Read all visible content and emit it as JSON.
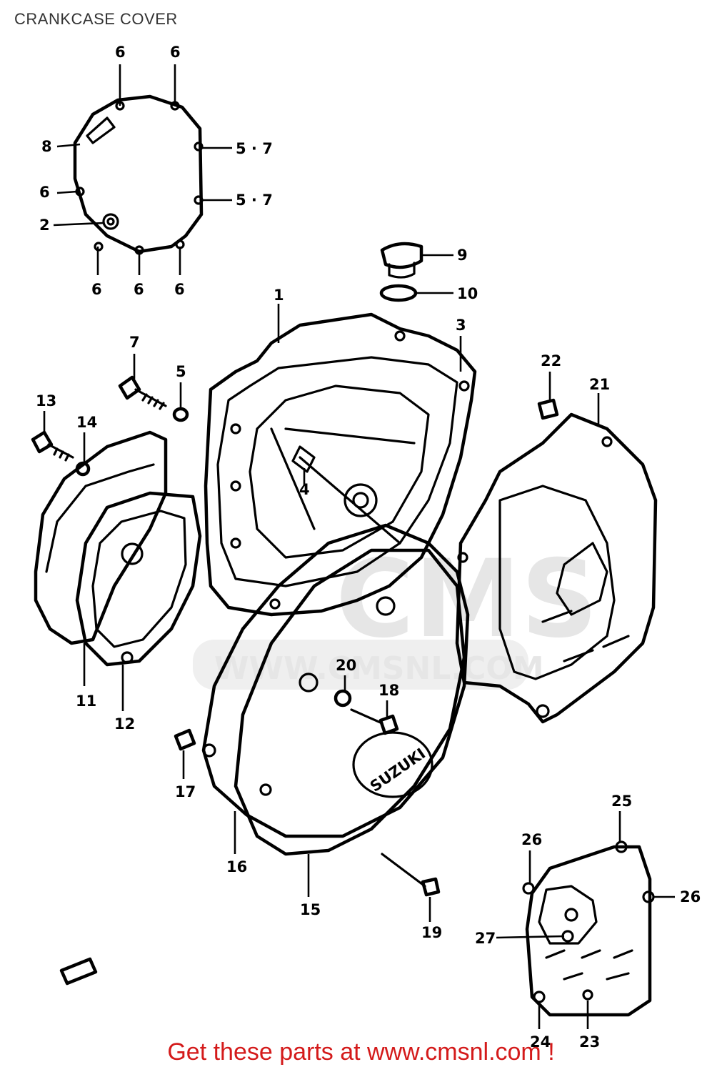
{
  "title": "CRANKCASE COVER",
  "footer": {
    "cta": "Get these parts at www.cmsnl.com !"
  },
  "watermark": {
    "logo": "CMS",
    "url": "WWW.CMSNL.COM"
  },
  "emblem_text": "SUZUKI",
  "colors": {
    "cta_text": "#d41a1a",
    "title_text": "#333333",
    "line_art": "#000000",
    "watermark": "#e6e6e6"
  },
  "callouts": {
    "c1": "1",
    "c2": "2",
    "c3": "3",
    "c4": "4",
    "c5a": "5 · 7",
    "c5b": "5 · 7",
    "c5c": "5",
    "c6a": "6",
    "c6b": "6",
    "c6c": "6",
    "c6d": "6",
    "c6e": "6",
    "c6f": "6",
    "c7": "7",
    "c8": "8",
    "c9": "9",
    "c10": "10",
    "c11": "11",
    "c12": "12",
    "c13": "13",
    "c14": "14",
    "c15": "15",
    "c16": "16",
    "c17": "17",
    "c18": "18",
    "c19": "19",
    "c20": "20",
    "c21": "21",
    "c22": "22",
    "c23": "23",
    "c24": "24",
    "c25": "25",
    "c26a": "26",
    "c26b": "26",
    "c27": "27"
  }
}
